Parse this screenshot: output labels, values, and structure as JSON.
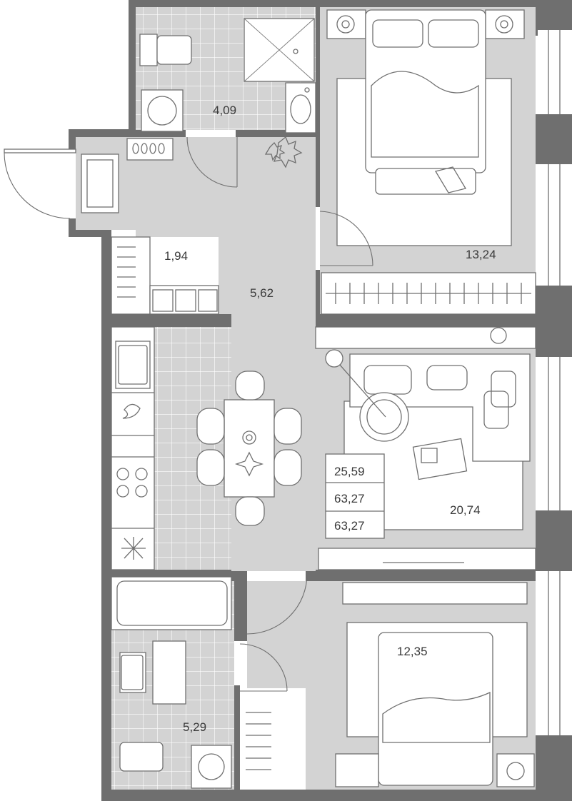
{
  "plan": {
    "areas": {
      "bathroom_top": "4,09",
      "wardrobe": "1,94",
      "hallway": "5,62",
      "bedroom_top": "13,24",
      "living_kitchen": "20,74",
      "bathroom_bottom": "5,29",
      "bedroom_bottom": "12,35"
    },
    "summary": {
      "living_area": "25,59",
      "total_area": "63,27",
      "total_area_2": "63,27"
    }
  }
}
